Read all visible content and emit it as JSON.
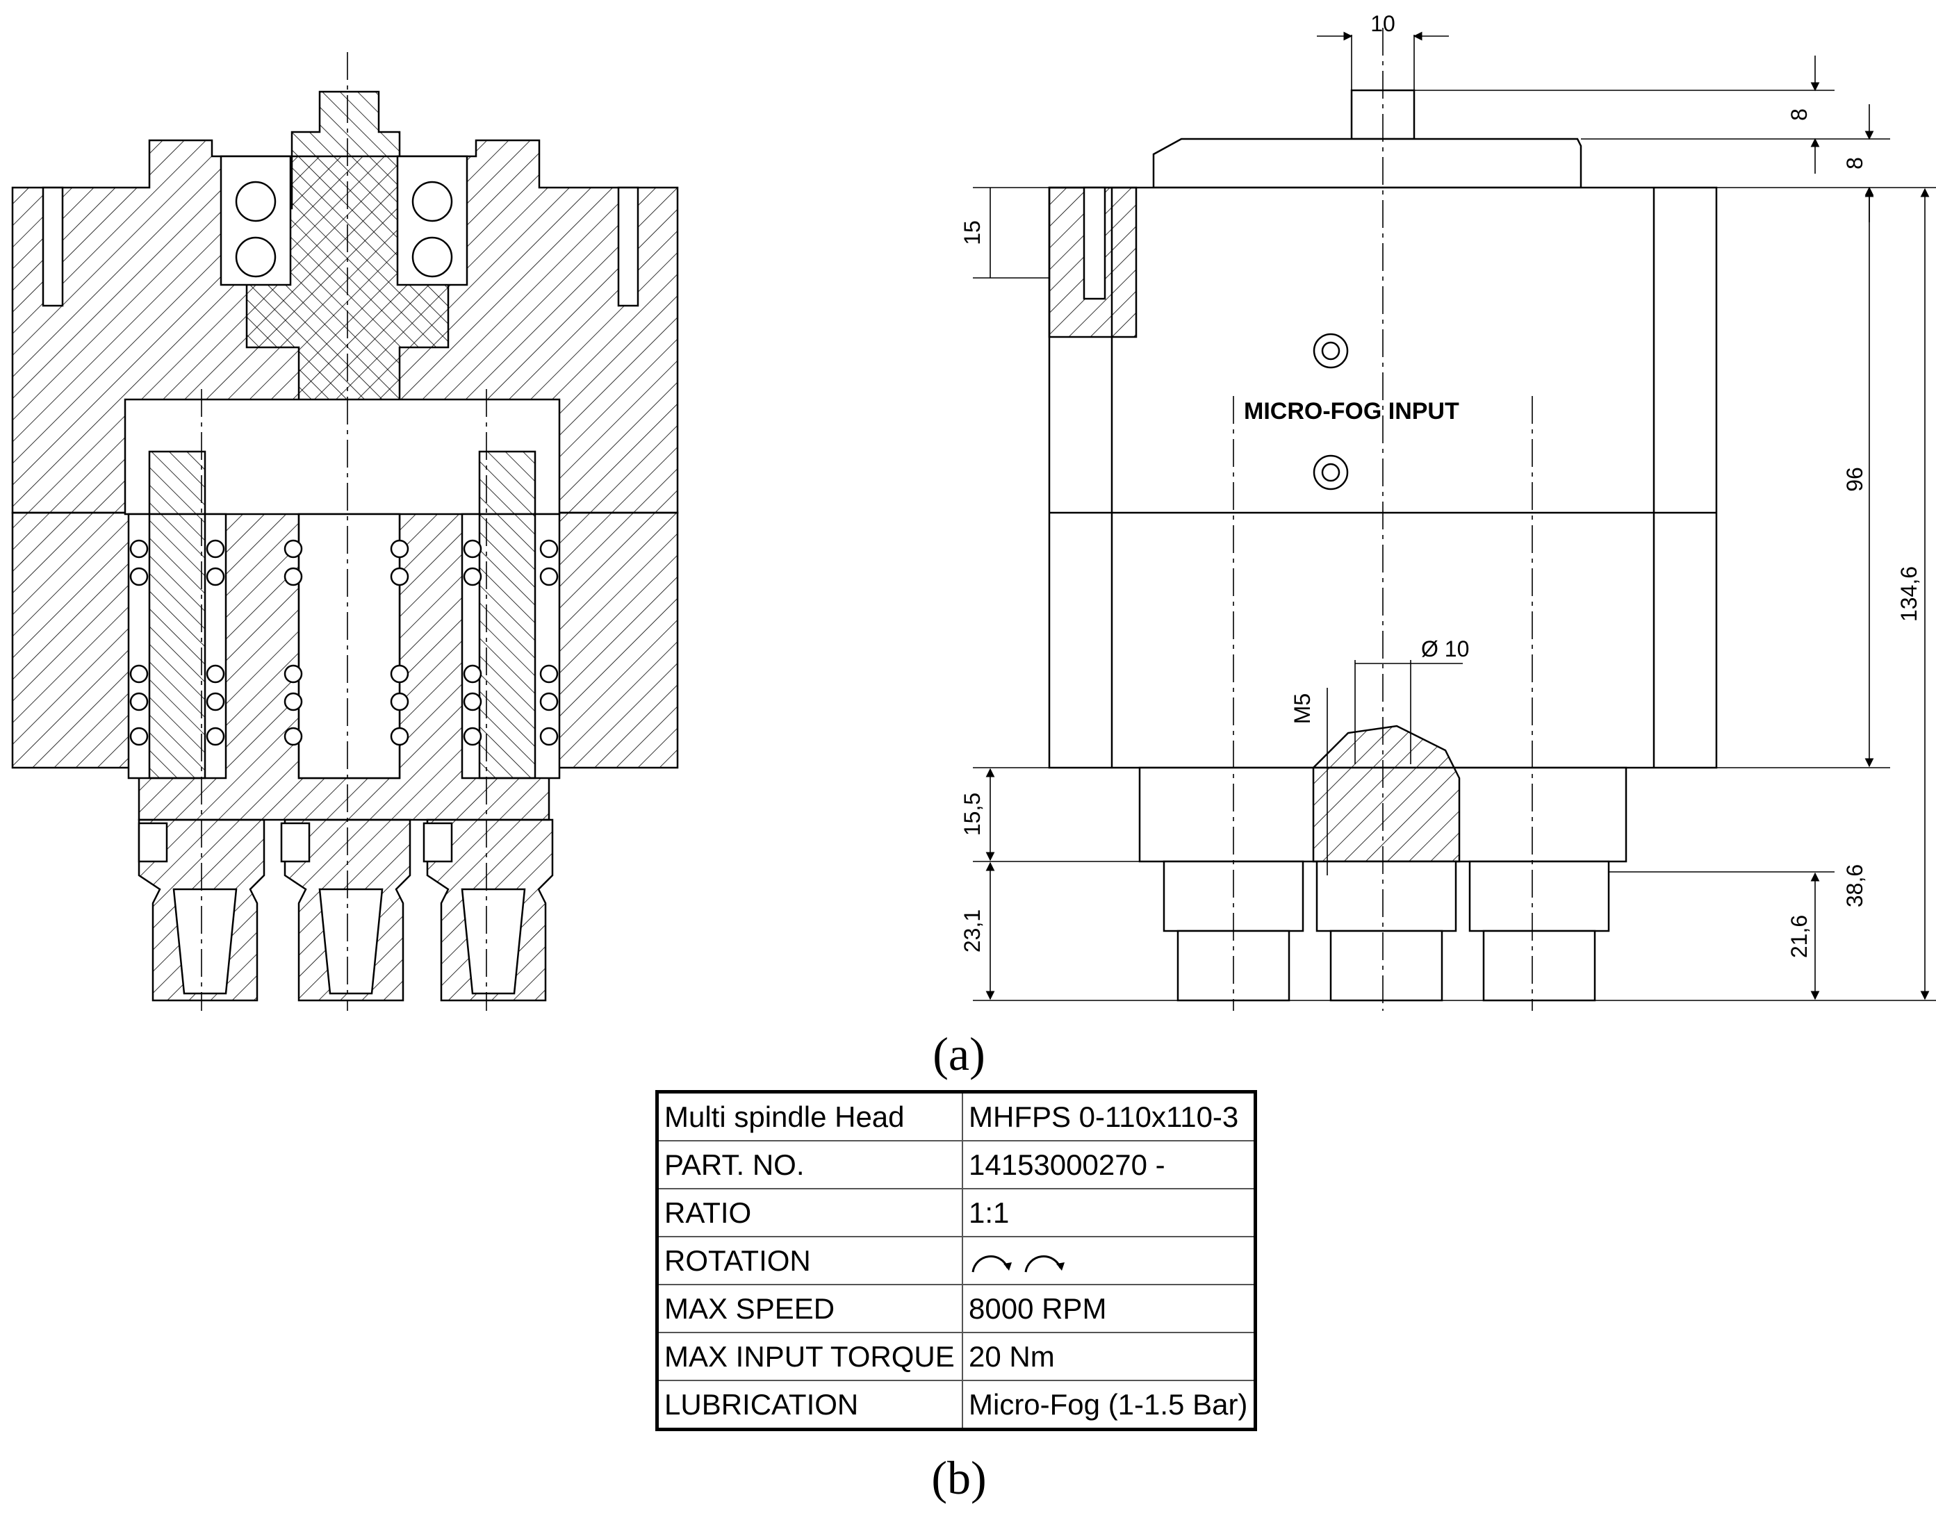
{
  "figure": {
    "caption_a": "(a)",
    "caption_b": "(b)"
  },
  "side_view": {
    "note": "MICRO-FOG INPUT",
    "dimensions": {
      "top_width": "10",
      "top_h1": "8",
      "top_h2": "8",
      "flange": "15",
      "body": "96",
      "total": "134,6",
      "bore": "Ø 10",
      "thread": "M5",
      "collar": "15,5",
      "nose": "23,1",
      "tool_h1": "21,6",
      "tool_h2": "38,6"
    }
  },
  "spec_table": {
    "rows": [
      {
        "label": "Multi spindle Head",
        "value": "MHFPS 0-110x110-3"
      },
      {
        "label": "PART. NO.",
        "value": "14153000270 -"
      },
      {
        "label": "RATIO",
        "value": "1:1"
      },
      {
        "label": "ROTATION",
        "value": ""
      },
      {
        "label": "MAX SPEED",
        "value": "8000 RPM"
      },
      {
        "label": "MAX INPUT TORQUE",
        "value": "20 Nm"
      },
      {
        "label": "LUBRICATION",
        "value": "Micro-Fog (1-1.5 Bar)"
      }
    ],
    "rotation_icons": [
      "clockwise-arc-icon",
      "clockwise-arc-icon"
    ]
  }
}
